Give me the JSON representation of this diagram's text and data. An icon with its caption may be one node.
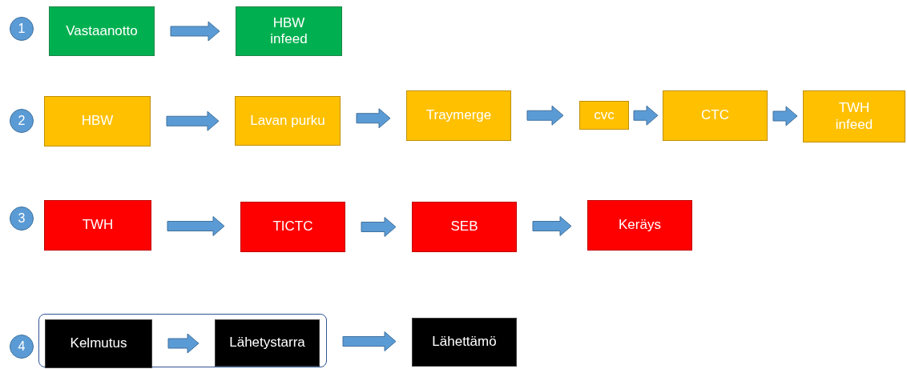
{
  "diagram": {
    "nodes": [
      {
        "text": [
          "1"
        ]
      },
      {
        "text": [
          "Vastaanotto"
        ]
      },
      {
        "text": [
          "HBW infeed"
        ]
      },
      {
        "text": [
          "2"
        ]
      },
      {
        "text": [
          "HBW"
        ]
      },
      {
        "text": [
          "Lavan purku"
        ]
      },
      {
        "text": [
          "Traymerge"
        ]
      },
      {
        "text": [
          "cvc"
        ]
      },
      {
        "text": [
          "CTC"
        ]
      },
      {
        "text": [
          "TWH infeed"
        ]
      },
      {
        "text": [
          "3"
        ]
      },
      {
        "text": [
          "TWH"
        ]
      },
      {
        "text": [
          "TICTC"
        ]
      },
      {
        "text": [
          "SEB"
        ]
      },
      {
        "text": [
          "Keräys"
        ]
      },
      {
        "text": [
          "4"
        ]
      },
      {
        "text": [],
        "shape": "box"
      },
      {
        "text": [
          "Kelmutus"
        ],
        "in": 16
      },
      {
        "text": [
          "Lähetystarra"
        ],
        "in": 16
      },
      {
        "text": [
          "Lähettämö"
        ]
      }
    ],
    "edges": [
      {
        "from": 1,
        "to": 2,
        "arrow": "to"
      },
      {
        "from": 4,
        "to": 5,
        "arrow": "to"
      },
      {
        "from": 5,
        "to": 6,
        "arrow": "to"
      },
      {
        "from": 6,
        "to": 7,
        "arrow": "to"
      },
      {
        "from": 7,
        "to": 8,
        "arrow": "to"
      },
      {
        "from": 8,
        "to": 9,
        "arrow": "to"
      },
      {
        "from": 11,
        "to": 12,
        "arrow": "to"
      },
      {
        "from": 12,
        "to": 13,
        "arrow": "to"
      },
      {
        "from": 13,
        "to": 14,
        "arrow": "to"
      },
      {
        "from": 17,
        "to": 18,
        "arrow": "to"
      },
      {
        "from": 16,
        "to": 19,
        "arrow": "to"
      }
    ]
  }
}
